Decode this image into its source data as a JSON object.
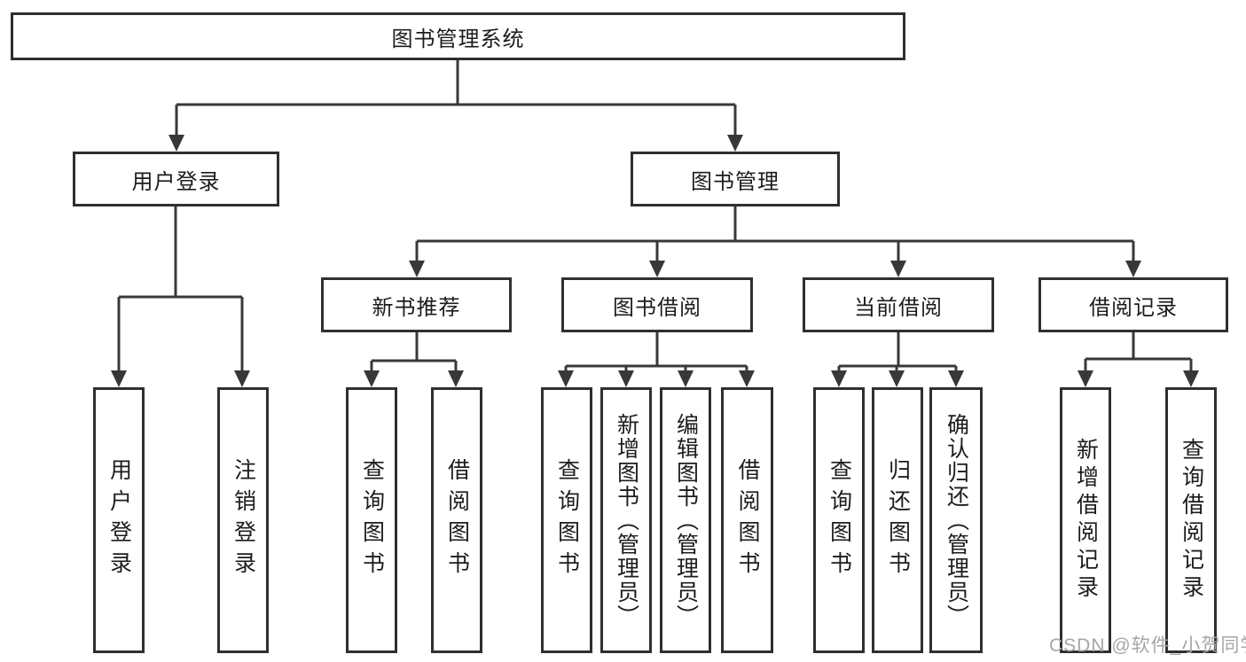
{
  "tree": {
    "root": {
      "label": "图书管理系统",
      "children": [
        {
          "label": "用户登录",
          "children": [
            {
              "label": "用户登录"
            },
            {
              "label": "注销登录"
            }
          ]
        },
        {
          "label": "图书管理",
          "children": [
            {
              "label": "新书推荐",
              "children": [
                {
                  "label": "查询图书"
                },
                {
                  "label": "借阅图书"
                }
              ]
            },
            {
              "label": "图书借阅",
              "children": [
                {
                  "label": "查询图书"
                },
                {
                  "label": "新增图书（管理员）"
                },
                {
                  "label": "编辑图书（管理员）"
                },
                {
                  "label": "借阅图书"
                }
              ]
            },
            {
              "label": "当前借阅",
              "children": [
                {
                  "label": "查询图书"
                },
                {
                  "label": "归还图书"
                },
                {
                  "label": "确认归还（管理员）"
                }
              ]
            },
            {
              "label": "借阅记录",
              "children": [
                {
                  "label": "新增借阅记录"
                },
                {
                  "label": "查询借阅记录"
                }
              ]
            }
          ]
        }
      ]
    }
  },
  "watermark": {
    "text": "CSDN @软件_小贺同学"
  },
  "colors": {
    "line": "#383838",
    "box_border": "#2f2f2f",
    "text": "#1c1c1c",
    "watermark": "#a6a6a6",
    "background": "#ffffff"
  }
}
